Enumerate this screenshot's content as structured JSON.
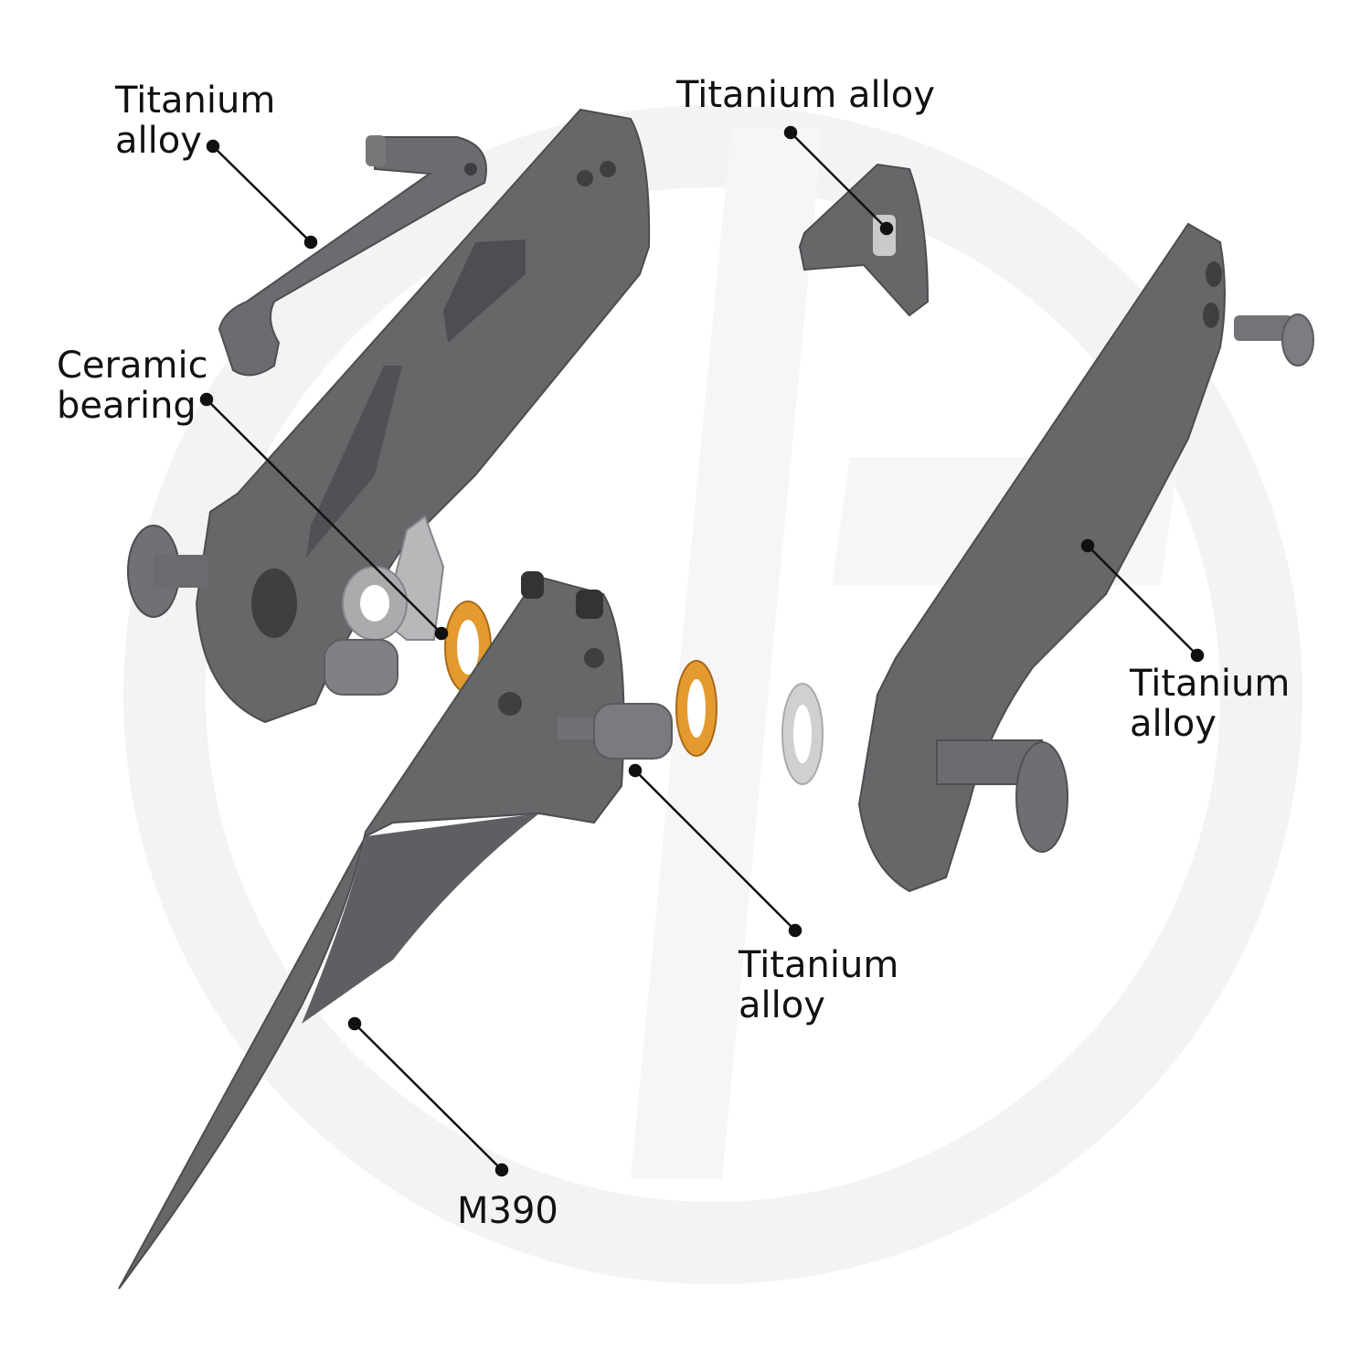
{
  "labels": {
    "clip": {
      "line1": "Titanium",
      "line2": "alloy"
    },
    "lock": {
      "line1": "Titanium alloy"
    },
    "bearing": {
      "line1": "Ceramic",
      "line2": "bearing"
    },
    "right_handle": {
      "line1": "Titanium",
      "line2": "alloy"
    },
    "pivot": {
      "line1": "Titanium",
      "line2": "alloy"
    },
    "blade": {
      "line1": "M390"
    }
  },
  "colors": {
    "steel": "#66676a",
    "steel_dark": "#4f5053",
    "steel_light": "#8d8e91",
    "bearing": "#e49a2f",
    "washer": "#cfd0d2",
    "leader": "#111111",
    "watermark": "#f4f4f4"
  }
}
